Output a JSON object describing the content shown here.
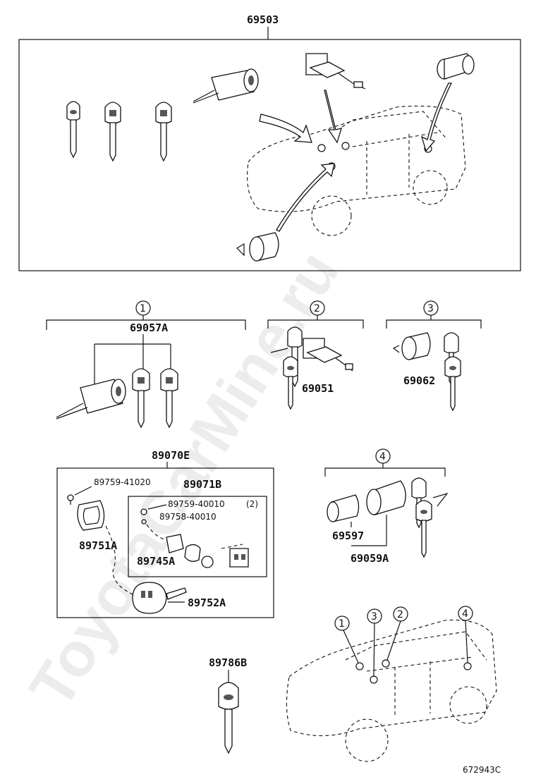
{
  "labels": {
    "assembly_main": "69503",
    "set1_part": "69057A",
    "set2_part": "69051",
    "set3_part": "69062",
    "set4_cyl": "69597",
    "set4_part": "69059A",
    "transmitter_kit": "89070E",
    "screw_a": "89759-41020",
    "case_set": "89071B",
    "screw_b": "89759-40010",
    "screw_b_qty": "(2)",
    "screw_c": "89758-40010",
    "case_cover": "89751A",
    "battery": "89745A",
    "key_transmitter": "89752A",
    "blank_key": "89786B",
    "diagram_code": "672943C"
  },
  "callouts": [
    "1",
    "2",
    "3",
    "4"
  ],
  "watermark": "ToyotaCarMine.ru"
}
